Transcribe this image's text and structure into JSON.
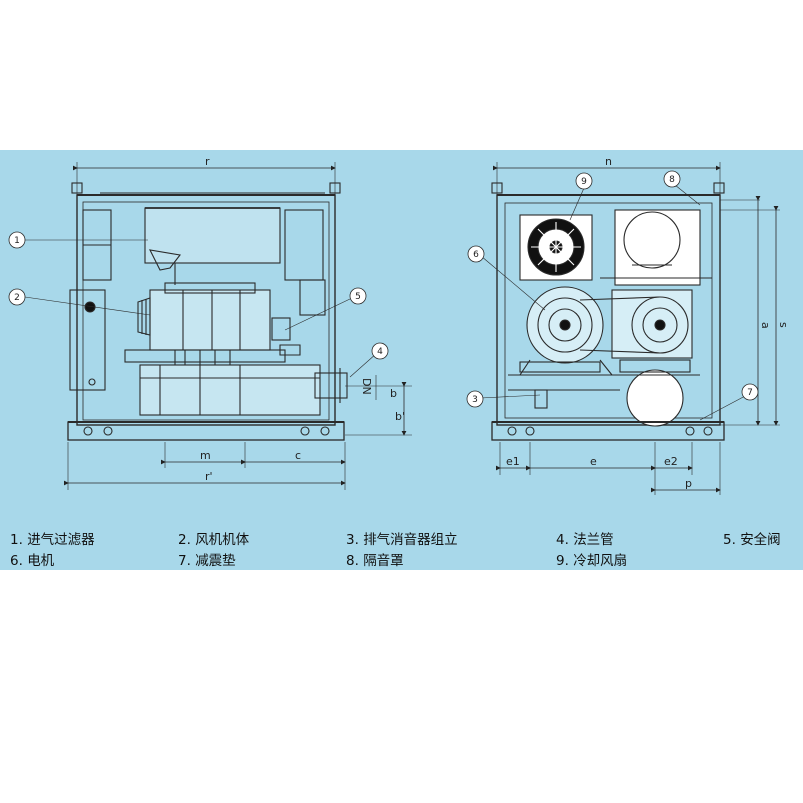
{
  "legend": [
    {
      "num": "1.",
      "label": "进气过滤器"
    },
    {
      "num": "2.",
      "label": "风机机体"
    },
    {
      "num": "3.",
      "label": "排气消音器组立"
    },
    {
      "num": "4.",
      "label": "法兰管"
    },
    {
      "num": "5.",
      "label": "安全阀"
    },
    {
      "num": "6.",
      "label": "电机"
    },
    {
      "num": "7.",
      "label": "减震垫"
    },
    {
      "num": "8.",
      "label": "隔音罩"
    },
    {
      "num": "9.",
      "label": "冷却风扇"
    }
  ],
  "callouts": [
    "1",
    "2",
    "3",
    "4",
    "5",
    "6",
    "7",
    "8",
    "9"
  ],
  "dimensions": {
    "r_top": "r",
    "m": "m",
    "c": "c",
    "r_bottom": "r'",
    "b": "b",
    "b_prime": "b'",
    "dn": "DN",
    "n": "n",
    "a": "a",
    "s": "s",
    "e1": "e1",
    "e": "e",
    "e2": "e2",
    "p": "p"
  },
  "colors": {
    "background": "#a8d8ea",
    "line": "#2a2a2a"
  }
}
